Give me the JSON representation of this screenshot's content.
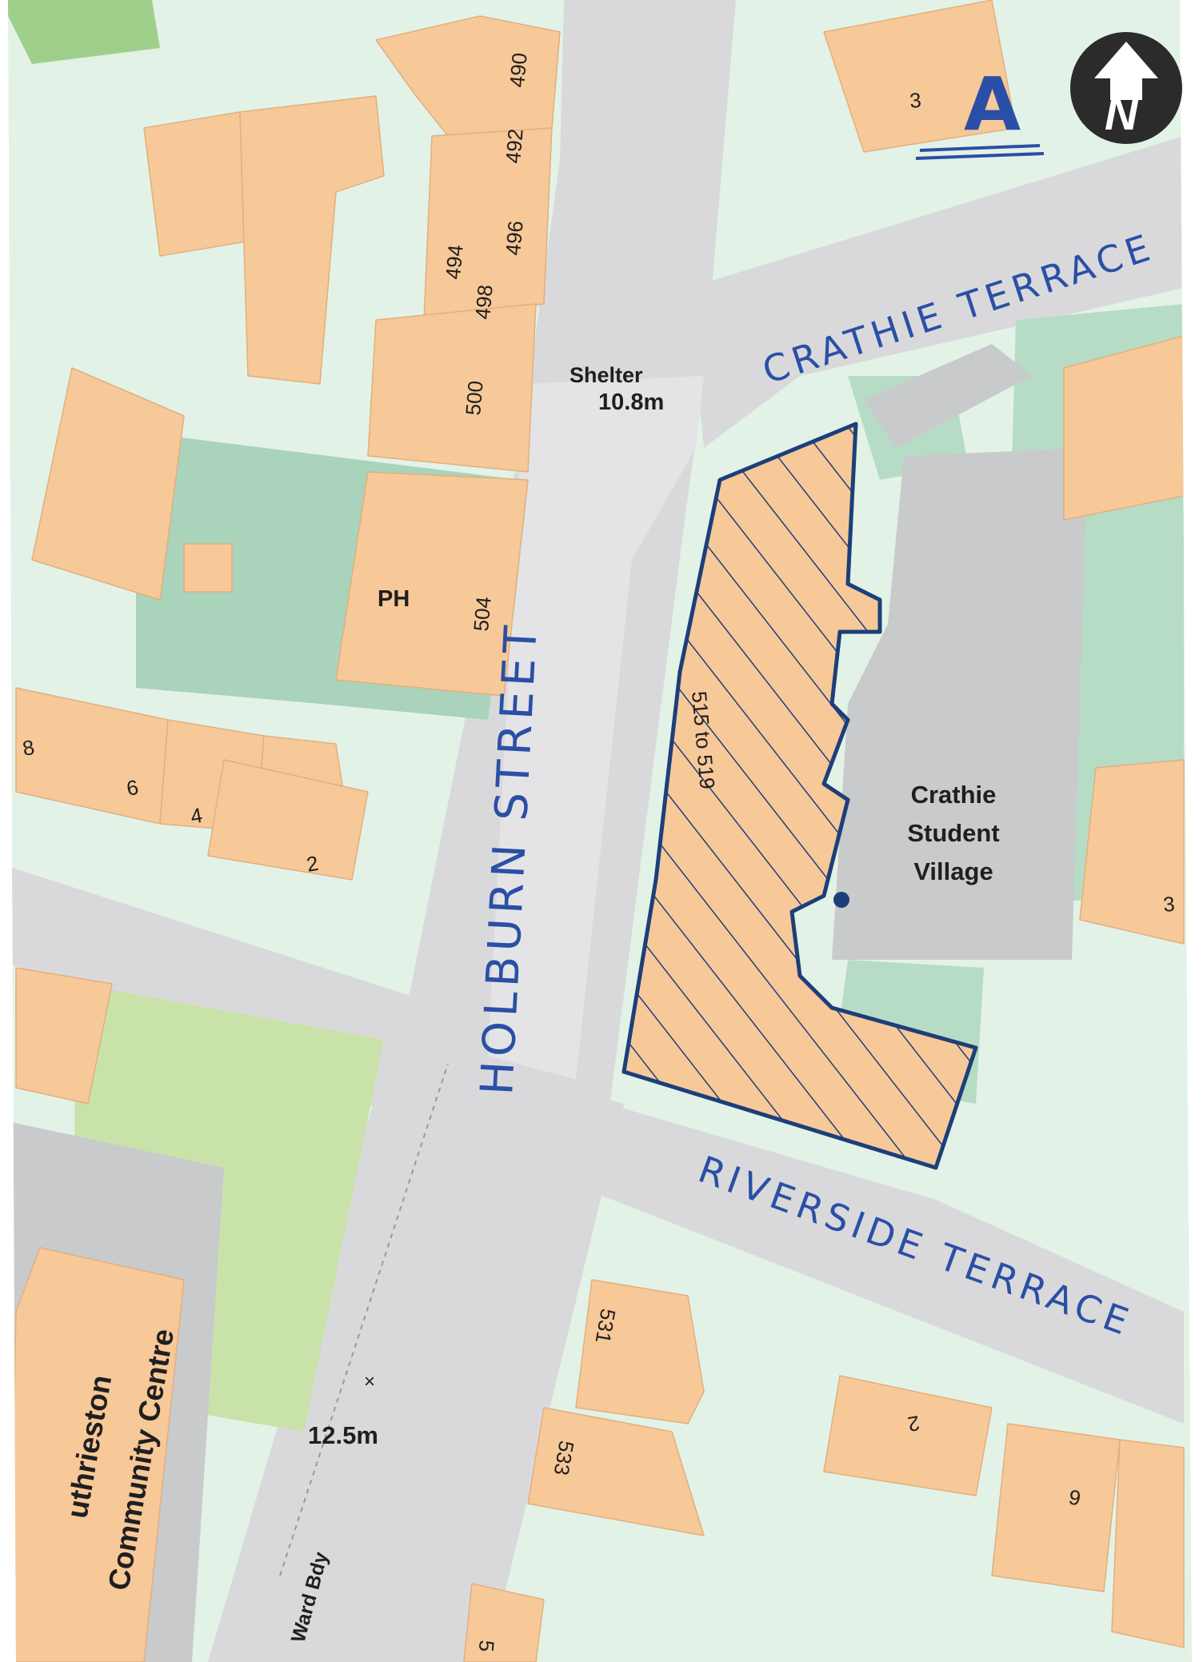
{
  "map": {
    "north_label": "N",
    "annotation_letter": "A",
    "streets": {
      "holburn": "HOLBURN STREET",
      "crathie": "CRATHIE TERRACE",
      "riverside": "RIVERSIDE TERRACE"
    },
    "labels": {
      "shelter": "Shelter",
      "spot_height_top": "10.8m",
      "spot_height_bottom": "12.5m",
      "pub": "PH",
      "site_numbers": "515 to 519",
      "student_village_1": "Crathie",
      "student_village_2": "Student",
      "student_village_3": "Village",
      "community_1": "uthrieston",
      "community_2": "Community Centre",
      "ward_boundary": "Ward Bdy"
    },
    "house_numbers": {
      "n490": "490",
      "n492": "492",
      "n494": "494",
      "n496": "496",
      "n498": "498",
      "n500": "500",
      "n504": "504",
      "n8": "8",
      "n6": "6",
      "n4": "4",
      "n2_left": "2",
      "n3_top": "3",
      "n3_right": "3",
      "n531": "531",
      "n533": "533",
      "n2_bottom": "2",
      "n9": "9",
      "n5": "5"
    },
    "colors": {
      "building": "#f7c898",
      "road": "#d9d9db",
      "land": "#e3f2e6",
      "green_space": "#a9d3bb",
      "park": "#c9e2a9",
      "site_outline": "#1c3f7a",
      "handwriting": "#2a4fa6"
    }
  }
}
